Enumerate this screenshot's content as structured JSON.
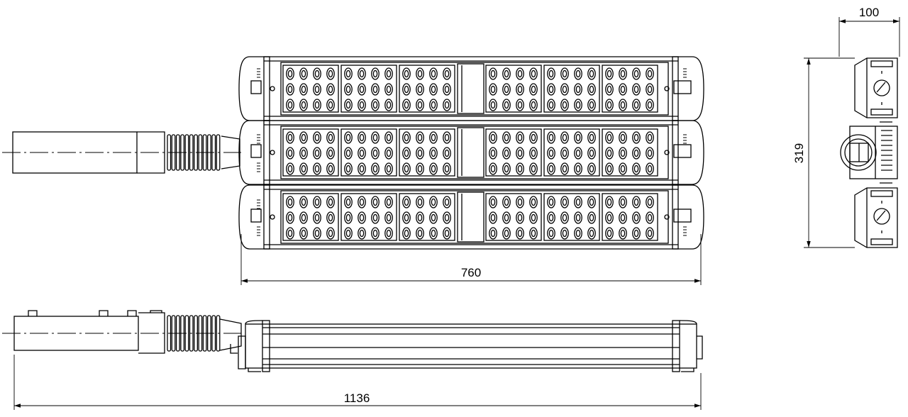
{
  "dimensions": {
    "top_width": "760",
    "overall_length": "1136",
    "side_depth": "100",
    "side_height": "319"
  },
  "views": {
    "top": {
      "panels": 3,
      "modules_per_row": 6,
      "led_rows": 3,
      "led_cols": 4
    },
    "front": {
      "fin_count": 12
    },
    "side": {
      "boxes": 2
    }
  }
}
